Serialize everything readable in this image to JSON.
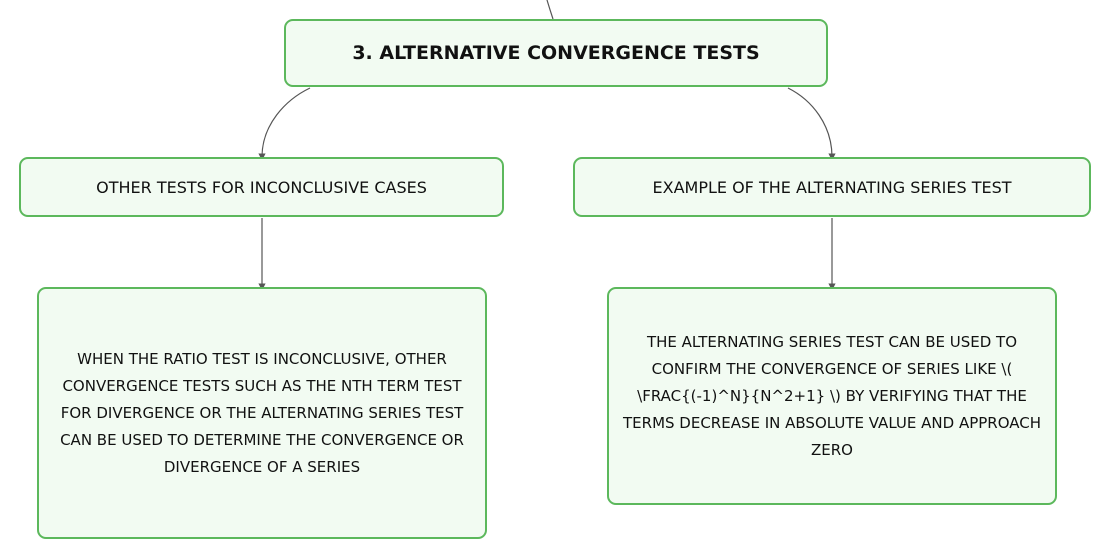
{
  "root": {
    "label": "3. ALTERNATIVE CONVERGENCE TESTS"
  },
  "branches": [
    {
      "title": "OTHER TESTS FOR INCONCLUSIVE CASES",
      "detail": "WHEN THE RATIO TEST IS INCONCLUSIVE, OTHER CONVERGENCE TESTS SUCH AS THE NTH TERM TEST FOR DIVERGENCE OR THE ALTERNATING SERIES TEST CAN BE USED TO DETERMINE THE CONVERGENCE OR DIVERGENCE OF A SERIES"
    },
    {
      "title": "EXAMPLE OF THE ALTERNATING SERIES TEST",
      "detail": "THE ALTERNATING SERIES TEST CAN BE USED TO CONFIRM THE CONVERGENCE OF SERIES LIKE \\( \\FRAC{(-1)^N}{N^2+1} \\) BY VERIFYING THAT THE TERMS DECREASE IN ABSOLUTE VALUE AND APPROACH ZERO"
    }
  ],
  "colors": {
    "node_border": "#5cb85c",
    "node_fill": "#f2fbf2",
    "connector": "#555555"
  }
}
